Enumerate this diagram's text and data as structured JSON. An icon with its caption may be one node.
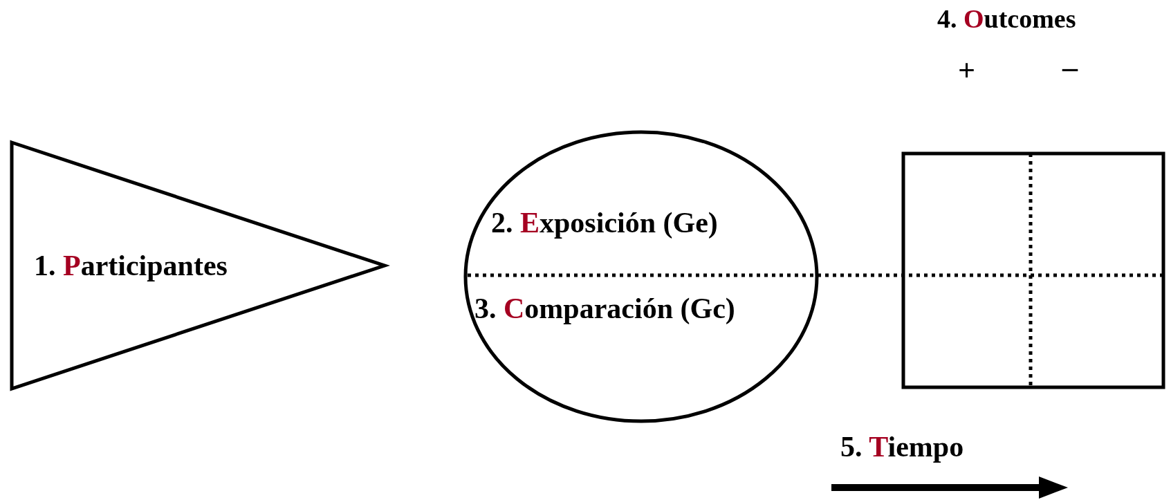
{
  "diagram": {
    "nodes": [
      {
        "text": [
          "1. Participantes"
        ]
      },
      {
        "text": [
          "2. Exposición (Ge)",
          "3. Comparación (Gc)"
        ]
      },
      {
        "text": [
          "4. Outcomes"
        ]
      }
    ],
    "edges": [],
    "labels": [
      "+",
      "–",
      "5. Tiempo"
    ]
  }
}
